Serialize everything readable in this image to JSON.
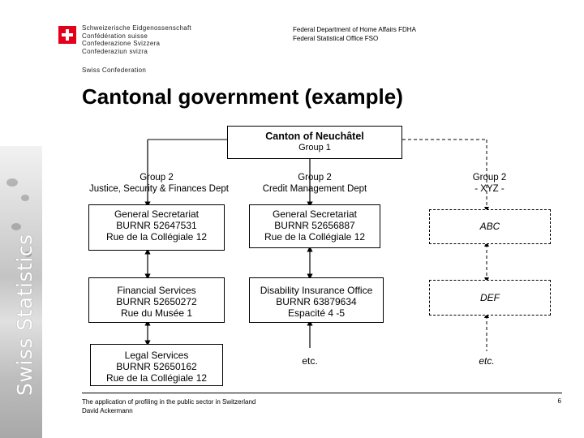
{
  "header": {
    "confederation_lines": [
      "Schweizerische Eidgenossenschaft",
      "Confédération suisse",
      "Confederazione Svizzera",
      "Confederaziun svizra"
    ],
    "confederation_en": "Swiss Confederation",
    "department": "Federal Department of Home Affairs FDHA",
    "office": "Federal Statistical Office FSO"
  },
  "title": "Cantonal government (example)",
  "side_label": "Swiss Statistics",
  "root": {
    "name": "Canton of Neuchâtel",
    "group": "Group 1"
  },
  "columns": [
    {
      "group": "Group 2",
      "dept": "Justice, Security & Finances Dept",
      "units": [
        {
          "name": "General Secretariat",
          "burnr": "BURNR 52647531",
          "address": "Rue de la Collégiale 12"
        },
        {
          "name": "Financial Services",
          "burnr": "BURNR 52650272",
          "address": "Rue du Musée 1"
        },
        {
          "name": "Legal Services",
          "burnr": "BURNR 52650162",
          "address": "Rue de la Collégiale 12"
        }
      ]
    },
    {
      "group": "Group 2",
      "dept": "Credit Management Dept",
      "units": [
        {
          "name": "General Secretariat",
          "burnr": "BURNR 52656887",
          "address": "Rue de la Collégiale 12"
        },
        {
          "name": "Disability Insurance Office",
          "burnr": "BURNR 63879634",
          "address": "Espacité 4 -5"
        }
      ],
      "etc": "etc."
    },
    {
      "group": "Group 2",
      "dept": "- XYZ -",
      "units": [
        {
          "name": "ABC"
        },
        {
          "name": "DEF"
        }
      ],
      "etc": "etc."
    }
  ],
  "footer": {
    "line1": "The application of profiling in the public sector in Switzerland",
    "line2": "David Ackermann",
    "page": "6"
  }
}
